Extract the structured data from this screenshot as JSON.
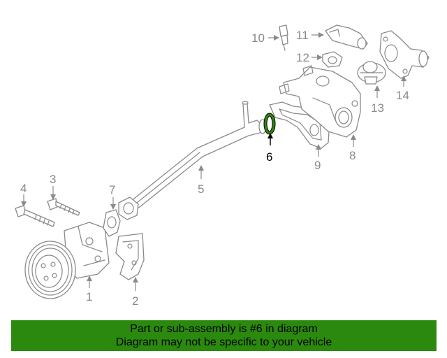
{
  "diagram": {
    "highlight_color": "#2b8a0e",
    "callouts": {
      "c1": "1",
      "c2": "2",
      "c3": "3",
      "c4": "4",
      "c5": "5",
      "c6": "6",
      "c7": "7",
      "c8": "8",
      "c9": "9",
      "c10": "10",
      "c11": "11",
      "c12": "12",
      "c13": "13",
      "c14": "14"
    },
    "highlighted_part": "6"
  },
  "banner": {
    "line1": "Part or sub-assembly is #6 in diagram",
    "line2": "Diagram may not be specific to your vehicle",
    "background": "#2b8a0e"
  }
}
